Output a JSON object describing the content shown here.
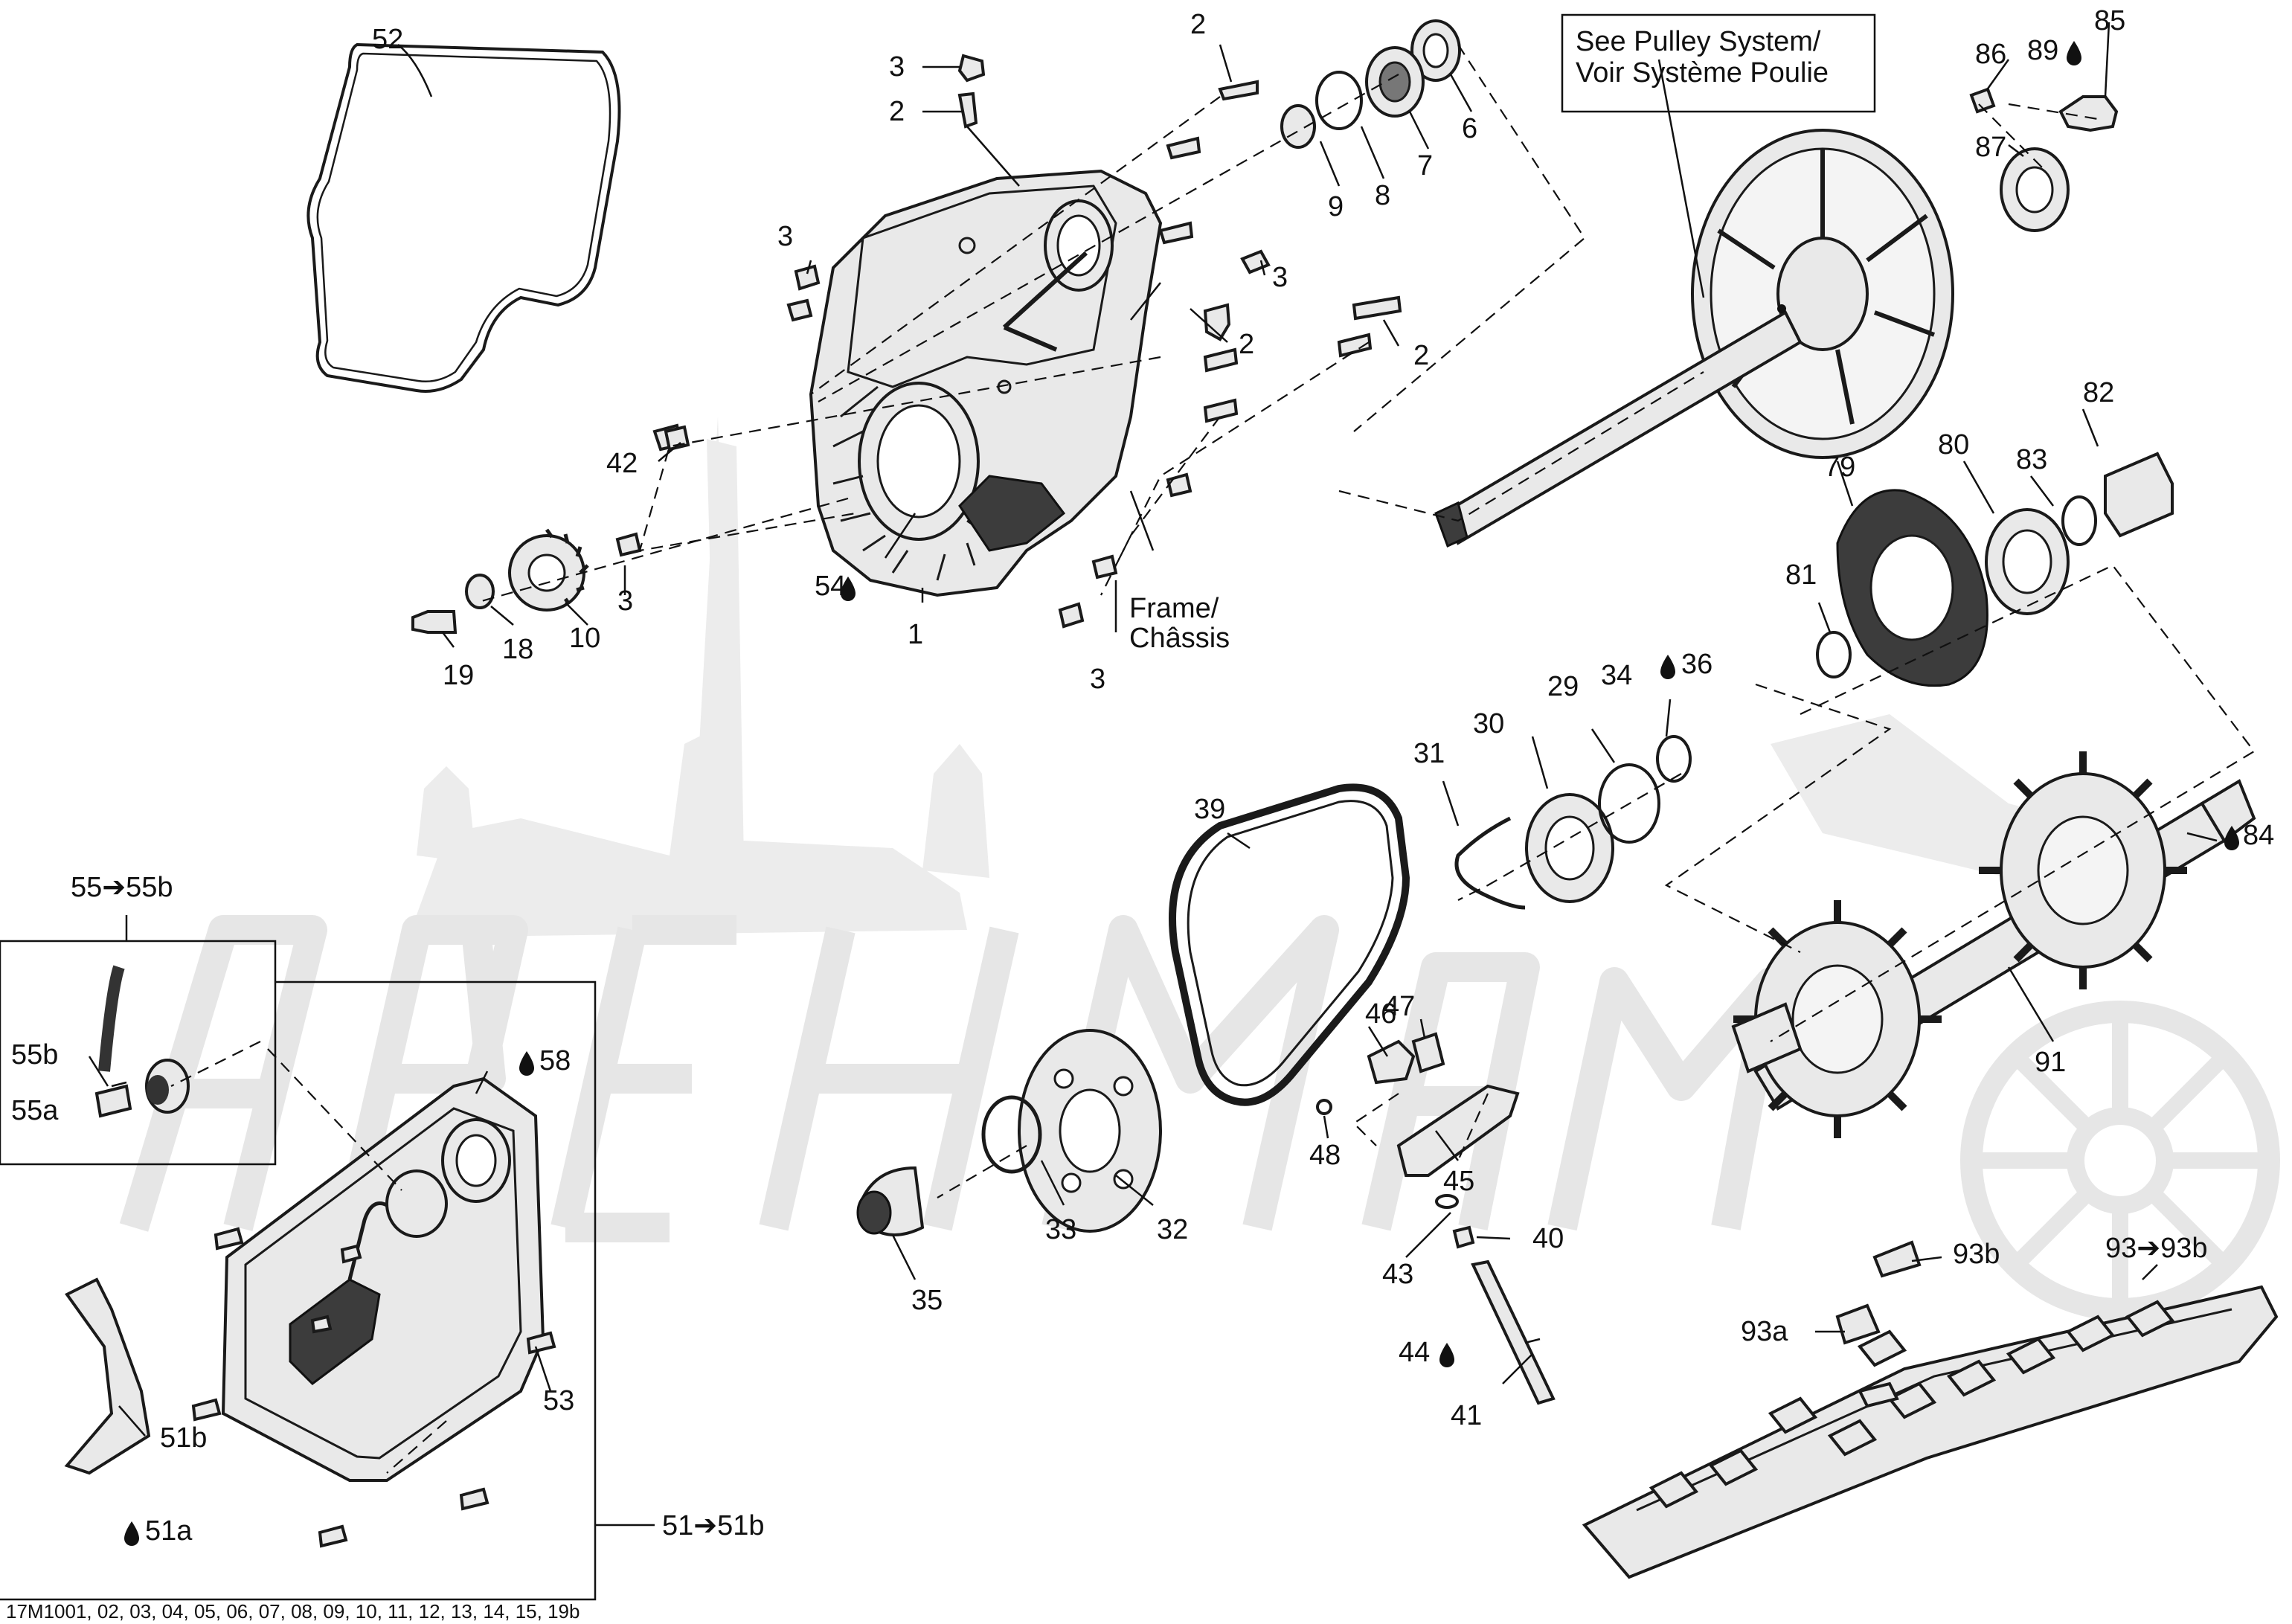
{
  "callouts": {
    "c52": "52",
    "c3a": "3",
    "c2a": "2",
    "c2b": "2",
    "c9": "9",
    "c8": "8",
    "c7": "7",
    "c6": "6",
    "c3b": "3",
    "c3c": "3",
    "c2c": "2",
    "c2d": "2",
    "c42": "42",
    "c54": "54",
    "c1": "1",
    "c3d": "3",
    "c19": "19",
    "c18": "18",
    "c10": "10",
    "c3e": "3",
    "frame_line1": "Frame/",
    "frame_line2": "Châssis",
    "see_line1": "See Pulley System/",
    "see_line2": "Voir Système Poulie",
    "c86": "86",
    "c89": "89",
    "c85": "85",
    "c87": "87",
    "c82": "82",
    "c79": "79",
    "c80": "80",
    "c83": "83",
    "c81": "81",
    "c36": "36",
    "c34": "34",
    "c29": "29",
    "c30": "30",
    "c31": "31",
    "c39": "39",
    "c84": "84",
    "c91": "91",
    "c55_range": "55➔55b",
    "c55b": "55b",
    "c55a": "55a",
    "c58": "58",
    "c46": "46",
    "c47": "47",
    "c48": "48",
    "c45": "45",
    "c33": "33",
    "c32": "32",
    "c35": "35",
    "c40": "40",
    "c43": "43",
    "c44": "44",
    "c41": "41",
    "c93_range": "93➔93b",
    "c93b": "93b",
    "c93a": "93a",
    "c53": "53",
    "c51b": "51b",
    "c51a": "51a",
    "c51_range": "51➔51b"
  },
  "footer": {
    "drawing_codes": "17M1001, 02, 03, 04, 05, 06, 07, 08, 09, 10, 11, 12, 13, 14, 15, 19b"
  },
  "icons": {
    "lubricant": "oil-drop-icon",
    "range_arrow": "arrow-right-icon"
  }
}
